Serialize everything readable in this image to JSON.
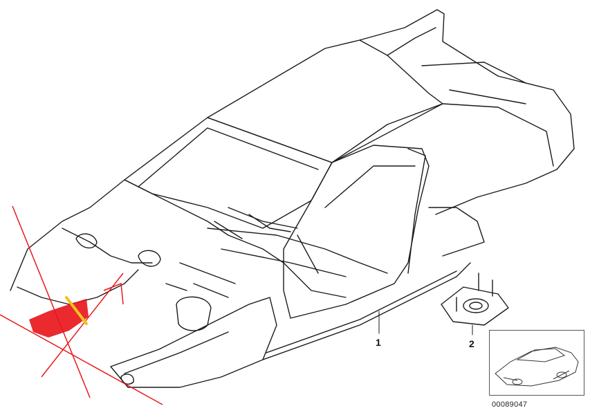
{
  "callouts": {
    "part_1": "1",
    "part_2": "2"
  },
  "drawing_number": "00089047",
  "colors": {
    "line": "#1a1a1a",
    "markup_red": "#e8181c",
    "markup_yellow": "#f2c21a"
  }
}
